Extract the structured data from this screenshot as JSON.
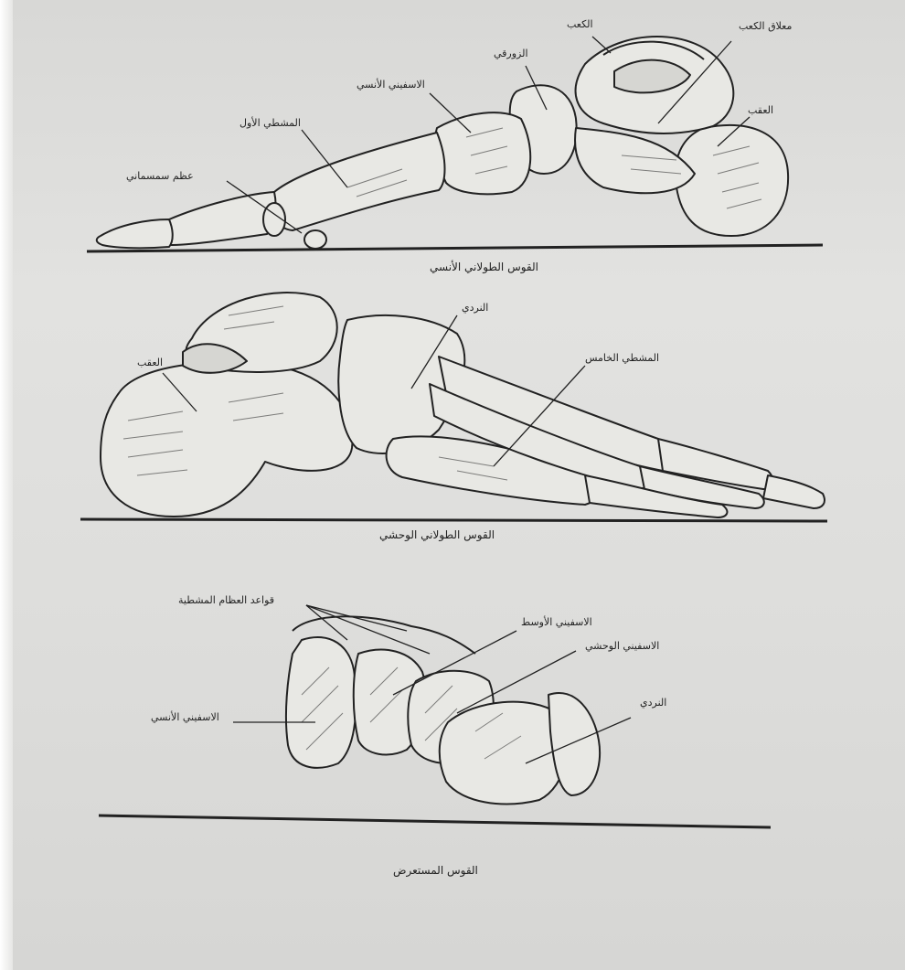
{
  "figure1": {
    "labels": {
      "cuboid_sesamoid": "عظم سمسماني",
      "first_metatarsal": "المشطي الأول",
      "medial_cuneiform": "الاسفيني الأنسي",
      "navicular": "الزورقي",
      "talus": "الكعب",
      "talus_trochlea": "معلاق الكعب",
      "calcaneus": "العقب"
    },
    "caption": "القوس الطولاني الأنسي"
  },
  "figure2": {
    "labels": {
      "calcaneus": "العقب",
      "cuboid": "النردي",
      "fifth_metatarsal": "المشطي الخامس"
    },
    "caption": "القوس الطولاني الوحشي"
  },
  "figure3": {
    "labels": {
      "metatarsal_bases": "قواعد العظام المشطية",
      "intermediate_cuneiform": "الاسفيني الأوسط",
      "lateral_cuneiform": "الاسفيني الوحشي",
      "medial_cuneiform": "الاسفيني الأنسي",
      "cuboid": "النردي"
    },
    "caption": "القوس المستعرض"
  }
}
